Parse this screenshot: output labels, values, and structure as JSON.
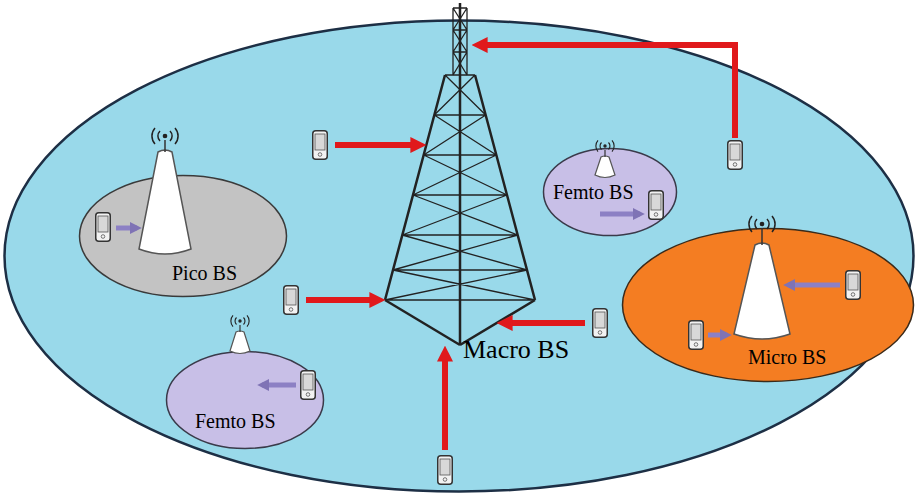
{
  "diagram": {
    "nodes": [
      {
        "text": [
          "Macro BS"
        ]
      },
      {
        "text": [
          "Femto BS"
        ],
        "in": 0
      },
      {
        "text": [
          "Pico BS"
        ],
        "in": 0
      },
      {
        "text": [
          "Micro BS"
        ],
        "in": 0
      },
      {
        "text": [
          "Femto BS"
        ],
        "in": 0
      }
    ]
  }
}
